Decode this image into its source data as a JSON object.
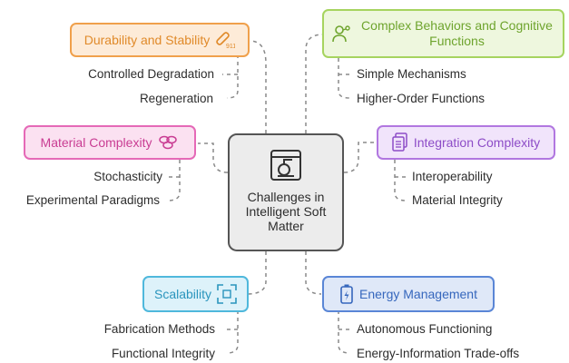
{
  "center": {
    "title": "Challenges in Intelligent Soft Matter",
    "icon": "robotic-arm-icon"
  },
  "nodes": [
    {
      "title": "Durability and Stability",
      "icon": "bandage-icon",
      "color": "#f0a04b",
      "items": [
        "Controlled Degradation",
        "Regeneration"
      ]
    },
    {
      "title": "Complex Behaviors and Cognitive Functions",
      "icon": "network-person-icon",
      "color": "#a6d45f",
      "items": [
        "Simple Mechanisms",
        "Higher-Order Functions"
      ]
    },
    {
      "title": "Material Complexity",
      "icon": "layers-icon",
      "color": "#e569b7",
      "items": [
        "Stochasticity",
        "Experimental Paradigms"
      ]
    },
    {
      "title": "Integration Complexity",
      "icon": "documents-icon",
      "color": "#b177e0",
      "items": [
        "Interoperability",
        "Material Integrity"
      ]
    },
    {
      "title": "Scalability",
      "icon": "scale-frame-icon",
      "color": "#4fb8dc",
      "items": [
        "Fabrication Methods",
        "Functional Integrity"
      ]
    },
    {
      "title": "Energy Management",
      "icon": "battery-icon",
      "color": "#5a86d6",
      "items": [
        "Autonomous Functioning",
        "Energy-Information Trade-offs"
      ]
    }
  ]
}
